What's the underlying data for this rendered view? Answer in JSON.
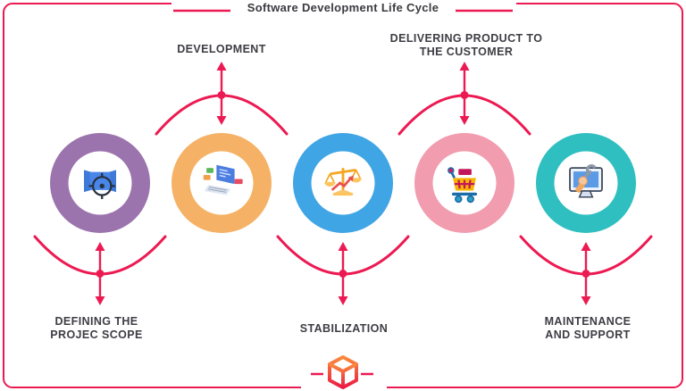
{
  "title": "Software Development Life Cycle",
  "colors": {
    "accent": "#EC1A52",
    "title_text": "#3B3B40",
    "label_text": "#3D3D44",
    "background": "#FFFFFF"
  },
  "stages": [
    {
      "name": "defining-the-project-scope",
      "label_lines": [
        "DEFINING THE",
        "PROJEC SCOPE"
      ],
      "label_position": "bottom",
      "circle_color": "#9B74AE",
      "icon": "blueprint-target-icon"
    },
    {
      "name": "development",
      "label_lines": [
        "DEVELOPMENT"
      ],
      "label_position": "top",
      "circle_color": "#F5B266",
      "icon": "laptop-code-icon"
    },
    {
      "name": "stabilization",
      "label_lines": [
        "STABILIZATION"
      ],
      "label_position": "bottom",
      "circle_color": "#3FA5E4",
      "icon": "balance-scale-icon"
    },
    {
      "name": "delivering-product-to-the-customer",
      "label_lines": [
        "DELIVERING PRODUCT TO",
        "THE CUSTOMER"
      ],
      "label_position": "top",
      "circle_color": "#F19CAF",
      "icon": "shopping-cart-icon"
    },
    {
      "name": "maintenance-and-support",
      "label_lines": [
        "MAINTENANCE",
        "AND SUPPORT"
      ],
      "label_position": "bottom",
      "circle_color": "#30BFC0",
      "icon": "monitor-wrench-icon"
    }
  ],
  "logo": {
    "icon": "cube-logo",
    "gradient_top": "#F98A3C",
    "gradient_bottom": "#EC1A45"
  }
}
